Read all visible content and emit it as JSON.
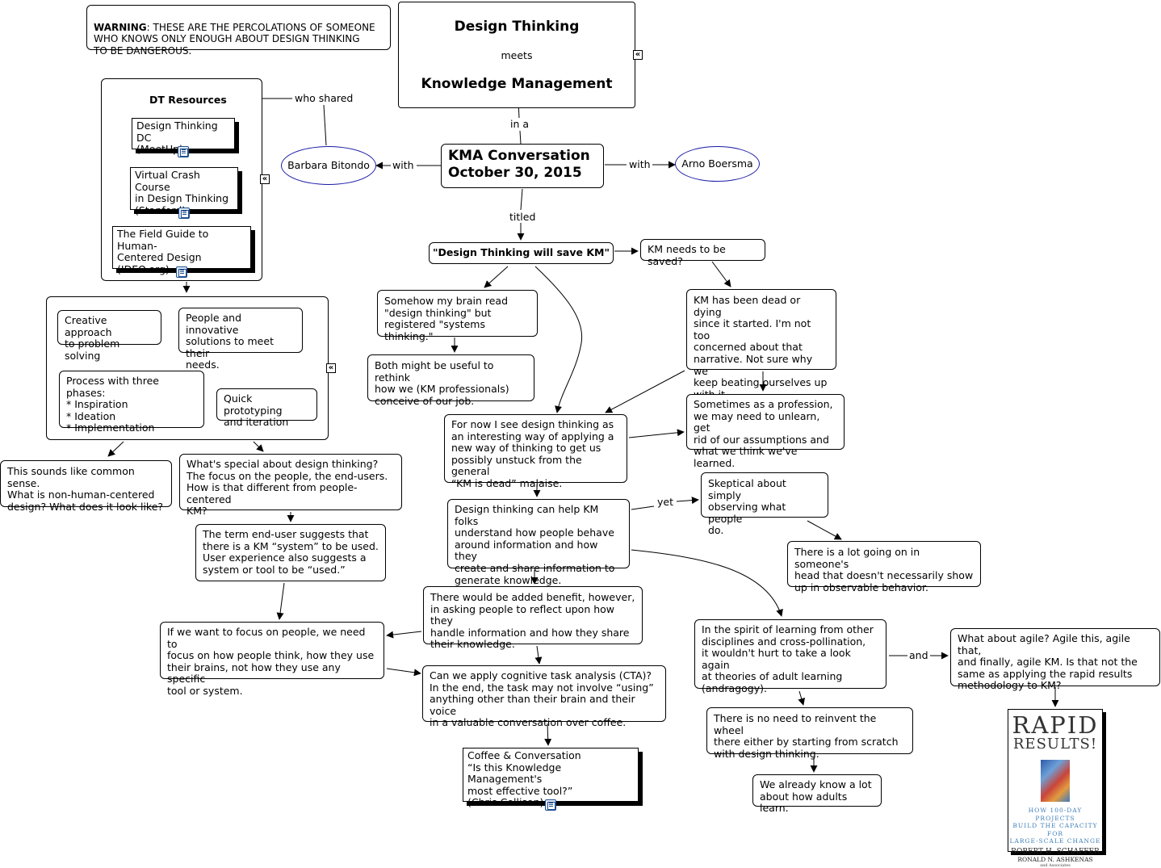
{
  "warning": {
    "bold": "WARNING",
    "rest": ": THESE ARE THE PERCOLATIONS OF SOMEONE\nWHO KNOWS ONLY ENOUGH ABOUT DESIGN THINKING\nTO BE DANGEROUS."
  },
  "title": {
    "line1": "Design Thinking",
    "meets": "meets",
    "line2": "Knowledge Management"
  },
  "links": {
    "in_a": "in a",
    "with_left": "with",
    "with_right": "with",
    "titled": "titled",
    "who_shared": "who shared",
    "yet": "yet",
    "and": "and"
  },
  "conversation": "KMA Conversation\nOctober 30, 2015",
  "barbara": "Barbara Bitondo",
  "arno": "Arno Boersma",
  "dt_resources": {
    "title": "DT Resources",
    "items": [
      "Design Thinking DC\n(MeetUp)",
      "Virtual Crash Course\nin Design Thinking\n(Stanford)",
      "The Field Guide to Human-\nCentered Design\n(IDEO.org)"
    ]
  },
  "features": [
    "Creative approach\nto problem solving",
    "People and innovative\nsolutions to meet their\nneeds.",
    "Process with three phases:\n* Inspiration\n* Ideation\n* Implementation",
    "Quick prototyping\nand iteration"
  ],
  "save_km": "\"Design Thinking will save KM\"",
  "km_saved_q": "KM needs to be saved?",
  "km_dead": "KM has been dead or dying\nsince it started. I'm not too\nconcerned about that\nnarrative.  Not sure why we\nkeep beating ourselves up\nwith it.",
  "unlearn": " Sometimes as a profession,\nwe may need to unlearn, get\nrid of our assumptions and\nwhat we think we've learned.",
  "brain_read": "Somehow my brain read\n\"design thinking\" but\nregistered \"systems thinking.\"",
  "both_useful": "Both might be useful to rethink\nhow we (KM professionals)\nconceive of our job.",
  "for_now": "For now I see design thinking as\nan interesting way of applying a\nnew way of thinking to get us\npossibly unstuck from the general\n“KM is dead” malaise.",
  "dt_can_help": "Design thinking can help KM folks\nunderstand how people behave\naround information and how they\ncreate and share information to\ngenerate knowledge.",
  "skeptical": "Skeptical about simply\nobserving what people\ndo.",
  "lot_going_on": "There is a lot going on in someone's\nhead that doesn't necessarily show\nup in observable behavior.",
  "common_sense": "This sounds like common sense.\nWhat is non-human-centered\ndesign?  What does it look like?",
  "whats_special": "What's special about design thinking?\nThe focus on the people, the end-users.\nHow is that different from people-centered\nKM?",
  "end_user": "The term end-user suggests that\nthere is a KM “system” to be used.\nUser experience also suggests a\nsystem or tool to be “used.”",
  "focus_people": "If we want to focus on people, we need to\nfocus on how people think, how they use\ntheir brains, not how they use any specific\ntool or system.",
  "added_benefit": "There would be added benefit, however,\nin asking people to reflect upon how they\nhandle information and how they share\ntheir knowledge.",
  "cta": "Can we apply cognitive task analysis (CTA)?\nIn the end, the task may not involve “using”\nanything other than their brain and their voice\nin a valuable conversation over coffee.",
  "coffee": "Coffee & Conversation\n“Is this Knowledge Management's\nmost effective tool?”\n(Chris Collison)",
  "adult_learning": "In the spirit of learning from other\ndisciplines and cross-pollination,\nit wouldn't hurt to take a look again\nat theories of adult learning\n(andragogy).",
  "no_reinvent": "There is no need to reinvent the wheel\nthere either by starting from scratch\nwith design thinking.",
  "already_know": "We already know a lot\nabout how adults learn.",
  "agile": "What about agile? Agile this, agile that,\nand finally, agile KM.  Is that not the\nsame as applying the rapid results\nmethodology to KM?",
  "book": {
    "title1": "RAPID",
    "title2": "RESULTS!",
    "subtitle": "HOW 100-DAY PROJECTS\nBUILD THE CAPACITY FOR\nLARGE-SCALE CHANGE",
    "author1": "ROBERT H. SCHAFFER",
    "author2": "RONALD N. ASHKENAS",
    "author3": "and Associates"
  }
}
